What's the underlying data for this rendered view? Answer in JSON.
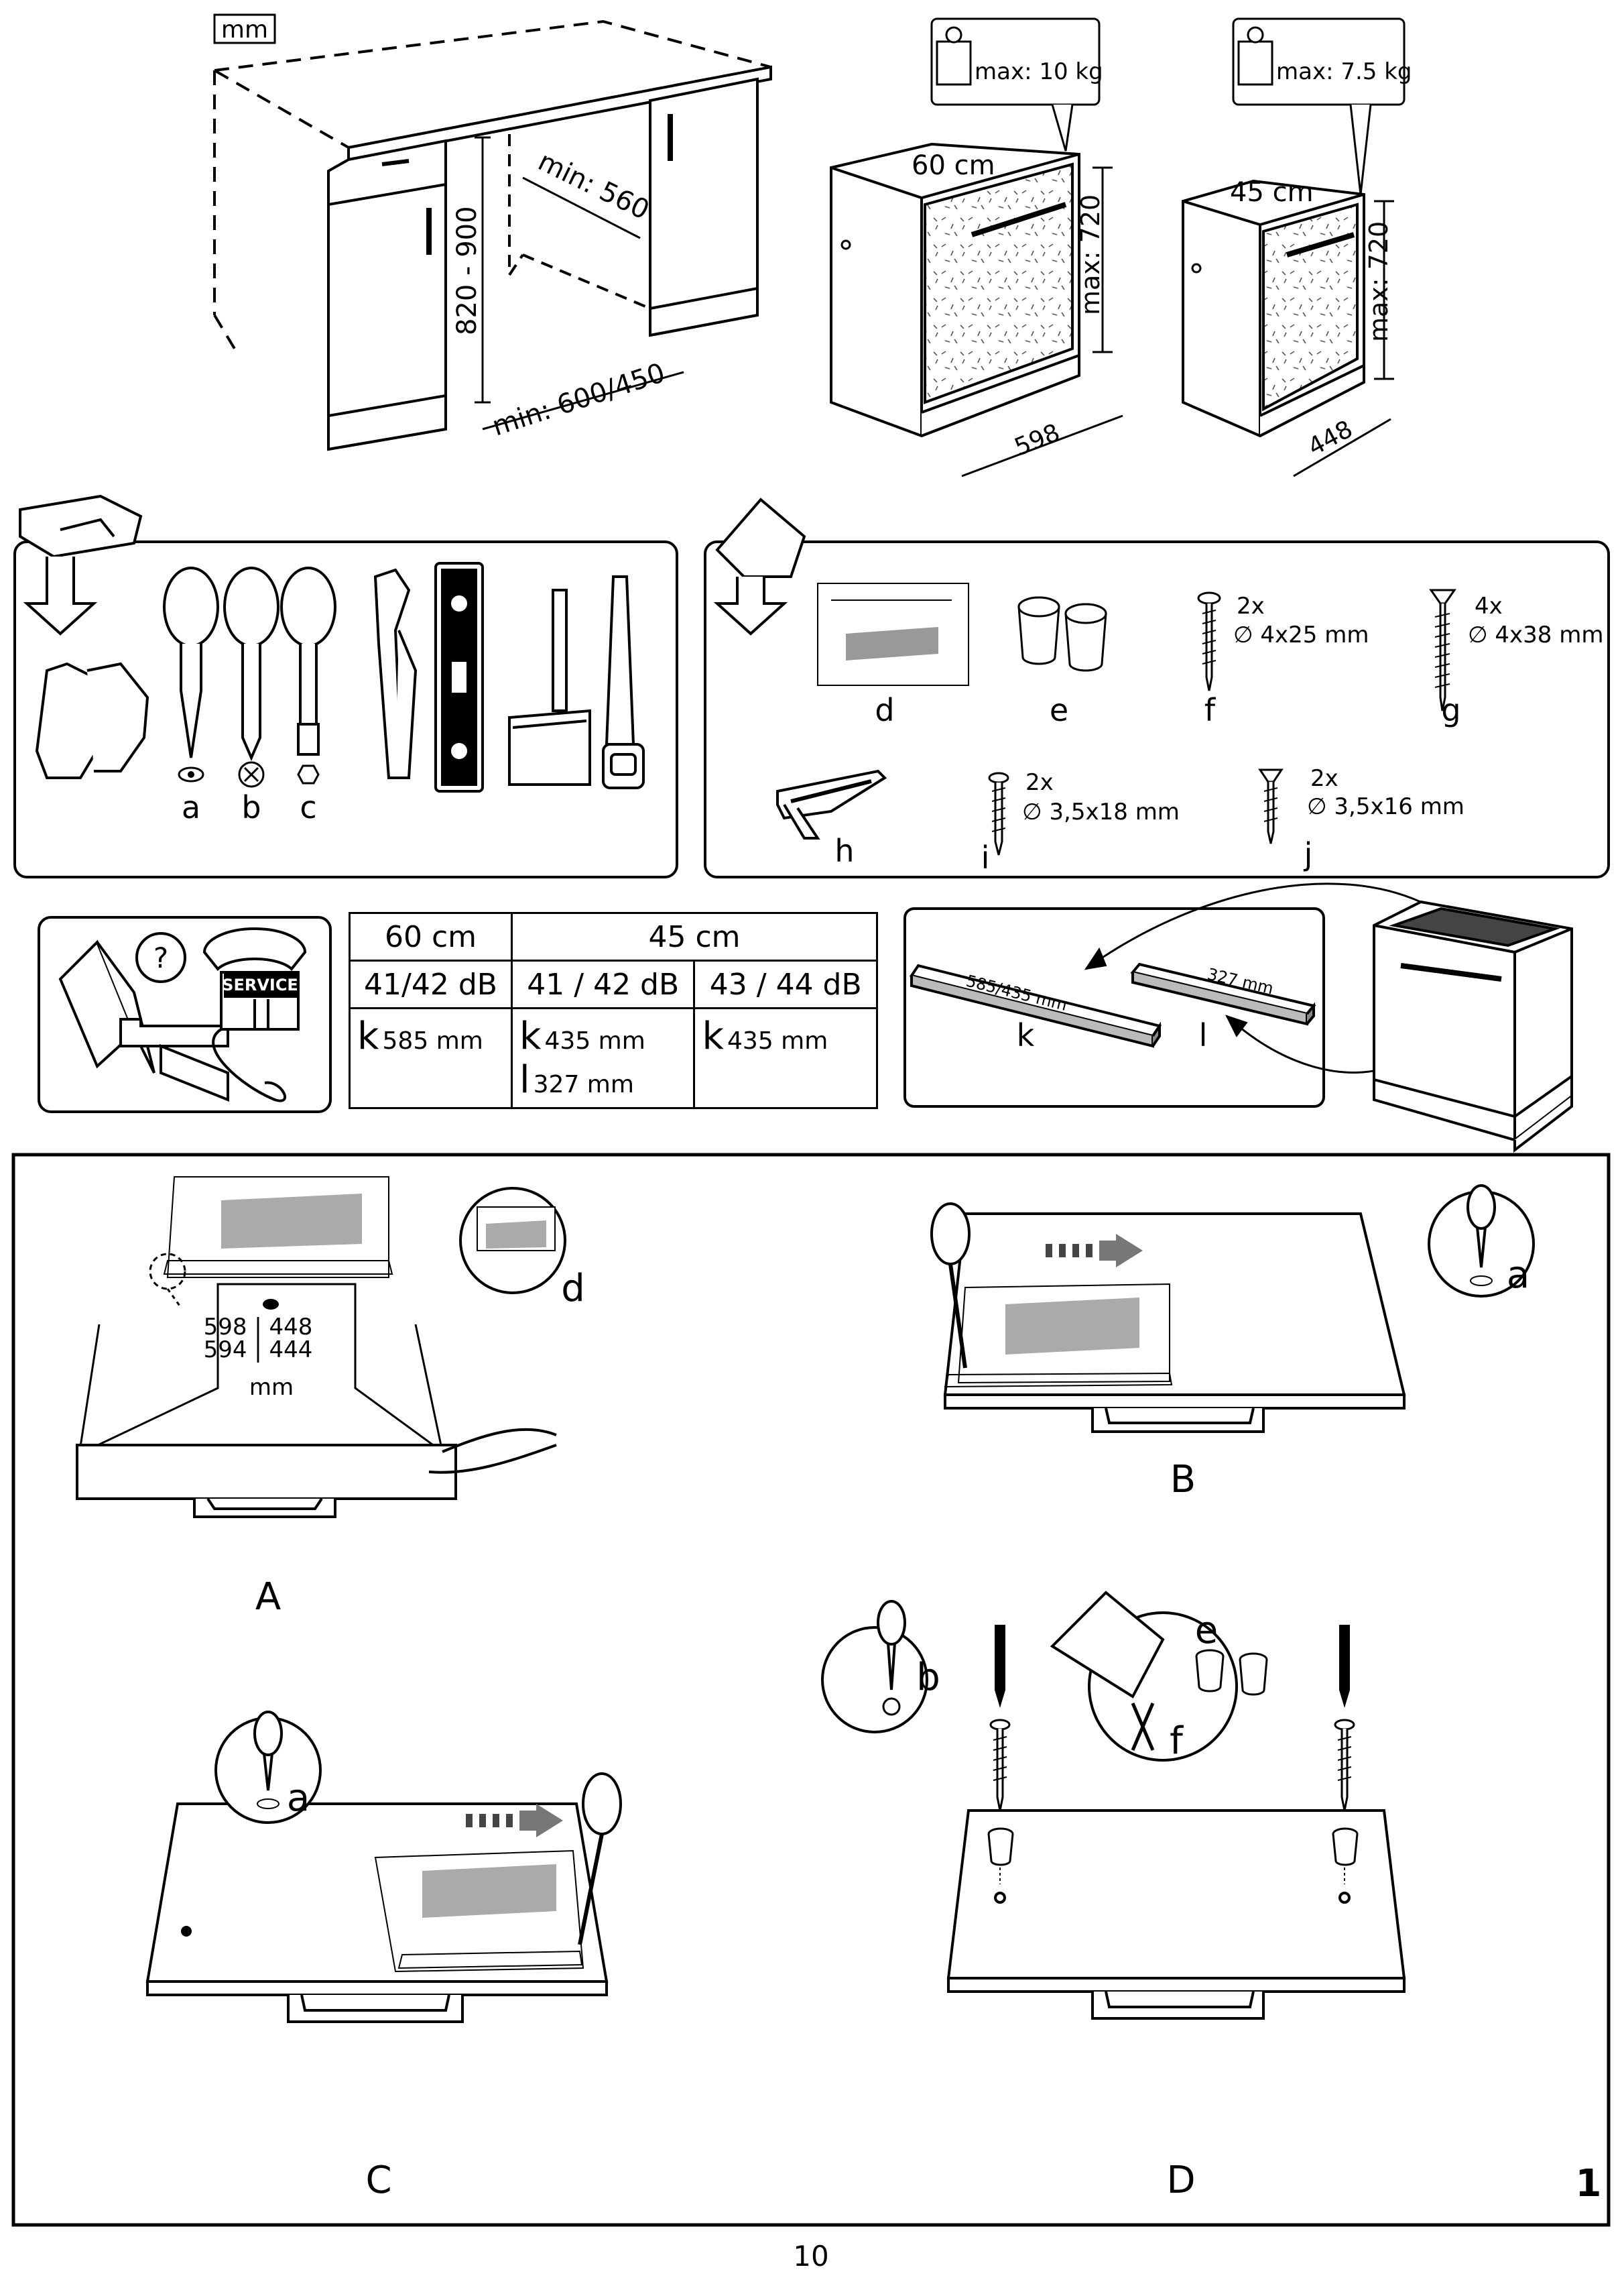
{
  "unit_label": "mm",
  "cabinet": {
    "depth_label": "min: 560",
    "height_label": "820 - 900",
    "width_label": "min: 600/450"
  },
  "appliance_60": {
    "weight": "max: 10 kg",
    "width_cm": "60 cm",
    "height": "max: 720",
    "width_mm": "598"
  },
  "appliance_45": {
    "weight": "max: 7.5 kg",
    "width_cm": "45 cm",
    "height": "max: 720",
    "width_mm": "448"
  },
  "tools": {
    "labels": [
      "a",
      "b",
      "c"
    ]
  },
  "parts": {
    "d": "d",
    "e": "e",
    "f": {
      "label": "f",
      "qty": "2x",
      "size": "∅ 4x25 mm"
    },
    "g": {
      "label": "g",
      "qty": "4x",
      "size": "∅ 4x38 mm"
    },
    "h": "h",
    "i": {
      "label": "i",
      "qty": "2x",
      "size": "∅ 3,5x18 mm"
    },
    "j": {
      "label": "j",
      "qty": "2x",
      "size": "∅ 3,5x16 mm"
    }
  },
  "service_label": "SERVICE",
  "question_mark": "?",
  "table": {
    "col_60": "60 cm",
    "col_45": "45 cm",
    "sub_1": "41/42 dB",
    "sub_2": "41 / 42 dB",
    "sub_3": "43 / 44 dB",
    "k": "k",
    "l": "l",
    "k_60": "585 mm",
    "k_45a": "435 mm",
    "l_45a": "327 mm",
    "k_45b": "435 mm"
  },
  "strips": {
    "k_len": "585/435 mm",
    "l_len": "327 mm",
    "k": "k",
    "l": "l"
  },
  "step_a": {
    "label": "A",
    "dims_top": "598 | 448",
    "dims_bottom": "594 | 444",
    "unit": "mm",
    "callout": "d"
  },
  "step_b": {
    "label": "B",
    "tool": "a"
  },
  "step_c": {
    "label": "C",
    "tool": "a"
  },
  "step_d": {
    "label": "D",
    "tool": "b",
    "part_e": "e",
    "part_f": "f"
  },
  "figure_number": "1",
  "page_number": "10"
}
